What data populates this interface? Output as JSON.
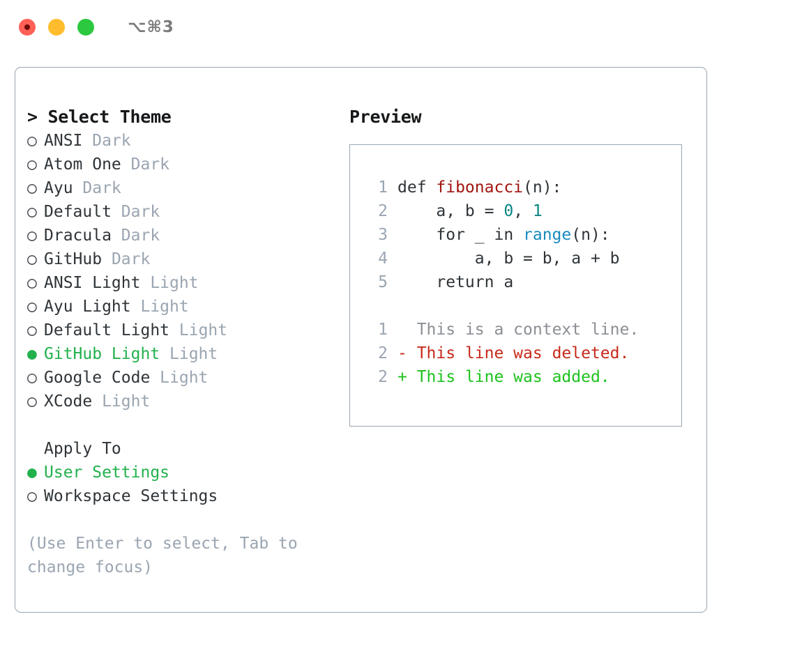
{
  "titlebar": {
    "shortcut": "⌥⌘3",
    "buttons": {
      "close": "close",
      "minimize": "minimize",
      "maximize": "maximize"
    }
  },
  "theme_picker": {
    "header": "> Select Theme",
    "bullet_selected": "●",
    "bullet_unselected": "○",
    "options": [
      {
        "name": "ANSI",
        "tag": "Dark",
        "selected": false
      },
      {
        "name": "Atom One",
        "tag": "Dark",
        "selected": false
      },
      {
        "name": "Ayu",
        "tag": "Dark",
        "selected": false
      },
      {
        "name": "Default",
        "tag": "Dark",
        "selected": false
      },
      {
        "name": "Dracula",
        "tag": "Dark",
        "selected": false
      },
      {
        "name": "GitHub",
        "tag": "Dark",
        "selected": false
      },
      {
        "name": "ANSI Light",
        "tag": "Light",
        "selected": false
      },
      {
        "name": "Ayu Light",
        "tag": "Light",
        "selected": false
      },
      {
        "name": "Default Light",
        "tag": "Light",
        "selected": false
      },
      {
        "name": "GitHub Light",
        "tag": "Light",
        "selected": true
      },
      {
        "name": "Google Code",
        "tag": "Light",
        "selected": false
      },
      {
        "name": "XCode",
        "tag": "Light",
        "selected": false
      }
    ]
  },
  "apply_to": {
    "header": "Apply To",
    "options": [
      {
        "name": "User Settings",
        "selected": true
      },
      {
        "name": "Workspace Settings",
        "selected": false
      }
    ]
  },
  "hint": "(Use Enter to select, Tab to change focus)",
  "preview": {
    "title": "Preview",
    "code": [
      {
        "lineno": "1",
        "parts": [
          {
            "text": "def ",
            "tok": "plain"
          },
          {
            "text": "fibonacci",
            "tok": "fn"
          },
          {
            "text": "(n):",
            "tok": "plain"
          }
        ]
      },
      {
        "lineno": "2",
        "parts": [
          {
            "text": "    a, b = ",
            "tok": "plain"
          },
          {
            "text": "0",
            "tok": "num"
          },
          {
            "text": ", ",
            "tok": "plain"
          },
          {
            "text": "1",
            "tok": "num"
          }
        ]
      },
      {
        "lineno": "3",
        "parts": [
          {
            "text": "    for _ in ",
            "tok": "plain"
          },
          {
            "text": "range",
            "tok": "call"
          },
          {
            "text": "(n):",
            "tok": "plain"
          }
        ]
      },
      {
        "lineno": "4",
        "parts": [
          {
            "text": "        a, b = b, a + b",
            "tok": "plain"
          }
        ]
      },
      {
        "lineno": "5",
        "parts": [
          {
            "text": "    return a",
            "tok": "plain"
          }
        ]
      }
    ],
    "diff": [
      {
        "lineno": "1",
        "marker": " ",
        "text": " This is a context line.",
        "kind": "ctx"
      },
      {
        "lineno": "2",
        "marker": "-",
        "text": " This line was deleted.",
        "kind": "del"
      },
      {
        "lineno": "2",
        "marker": "+",
        "text": " This line was added.",
        "kind": "add"
      }
    ]
  },
  "colors": {
    "accent_green": "#22b14c",
    "muted": "#9aa5b1",
    "text": "#2f3438",
    "syntax_function": "#a1150f",
    "syntax_number": "#0a8585",
    "syntax_call": "#1a8bc0",
    "diff_context": "#8b8f94",
    "diff_deleted": "#c62a1b",
    "diff_added": "#1ec21e",
    "light_close": "#ff6058",
    "light_min": "#ffbd2e",
    "light_max": "#2bc840"
  }
}
